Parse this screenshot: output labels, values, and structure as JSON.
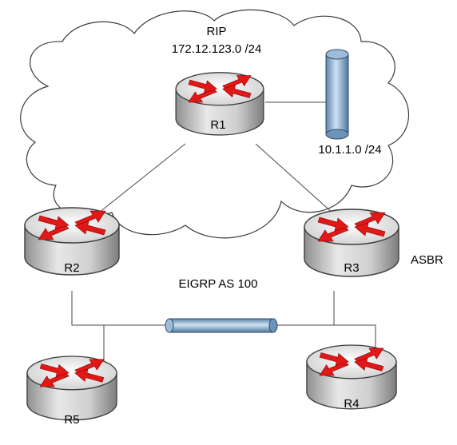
{
  "cloud": {
    "protocol_label": "RIP",
    "network_label": "172.12.123.0 /24"
  },
  "ethernet_segment": {
    "label": "EIGRP AS 100"
  },
  "lan_segment": {
    "label": "10.1.1.0 /24"
  },
  "routers": [
    {
      "id": "R1",
      "label": "R1",
      "role": ""
    },
    {
      "id": "R2",
      "label": "R2",
      "role": ""
    },
    {
      "id": "R3",
      "label": "R3",
      "role": "ASBR"
    },
    {
      "id": "R4",
      "label": "R4",
      "role": ""
    },
    {
      "id": "R5",
      "label": "R5",
      "role": ""
    }
  ],
  "colors": {
    "router_body": "#d9d9d9",
    "router_top": "#f2f2f2",
    "router_outline": "#3c3c3c",
    "arrow": "#e01818",
    "segment": "#a9c6df",
    "line": "#4a4a4a"
  },
  "icons": {
    "router": "router-icon",
    "segment": "ethernet-segment-icon",
    "cloud": "cloud-icon"
  }
}
